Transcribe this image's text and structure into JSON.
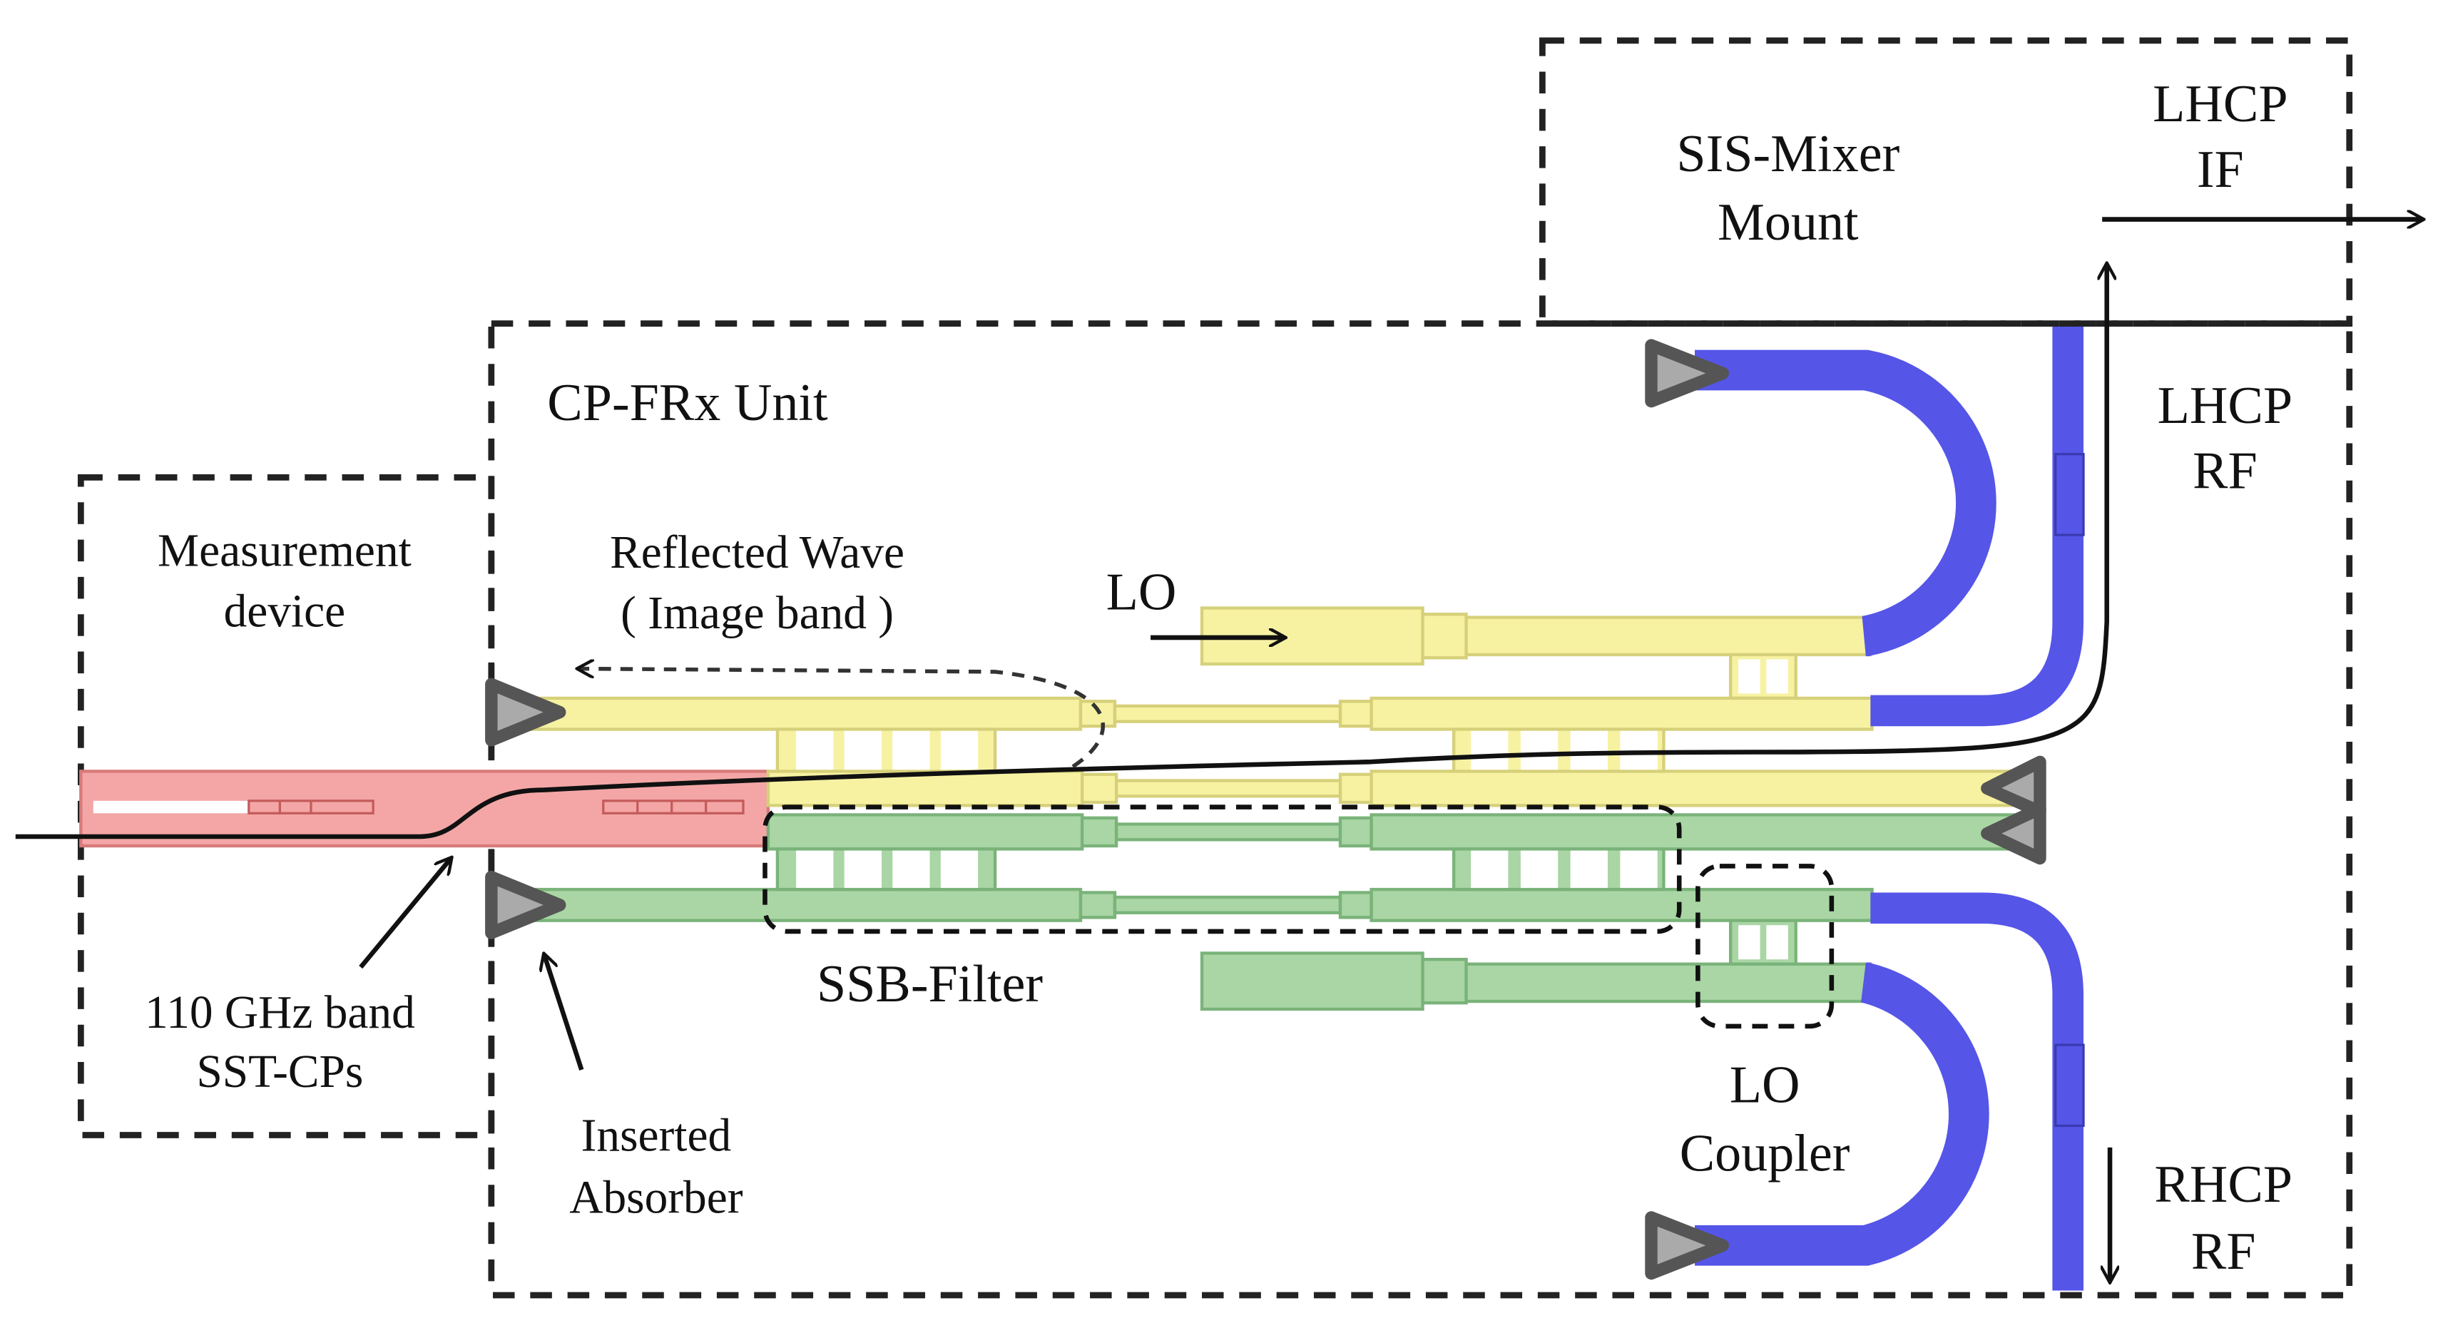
{
  "colors": {
    "yellow_guide": "#f7f2a2",
    "green_guide": "#a9d6a4",
    "red_probe": "#f4a6a6",
    "blue_guide": "#5555e8",
    "horn_fill": "#aaaaaa"
  },
  "labels": {
    "sis_mixer_line1": "SIS-Mixer",
    "sis_mixer_line2": "Mount",
    "lhcp_if_line1": "LHCP",
    "lhcp_if_line2": "IF",
    "cpfrx_unit": "CP-FRx Unit",
    "lhcp_rf_line1": "LHCP",
    "lhcp_rf_line2": "RF",
    "measurement_line1": "Measurement",
    "measurement_line2": "device",
    "reflected_line1": "Reflected Wave",
    "reflected_line2": "( Image band )",
    "lo": "LO",
    "ssb_filter": "SSB-Filter",
    "band_line1": "110 GHz band",
    "band_line2": "SST-CPs",
    "absorber_line1": "Inserted",
    "absorber_line2": "Absorber",
    "lo_coupler_line1": "LO",
    "lo_coupler_line2": "Coupler",
    "rhcp_rf_line1": "RHCP",
    "rhcp_rf_line2": "RF"
  }
}
